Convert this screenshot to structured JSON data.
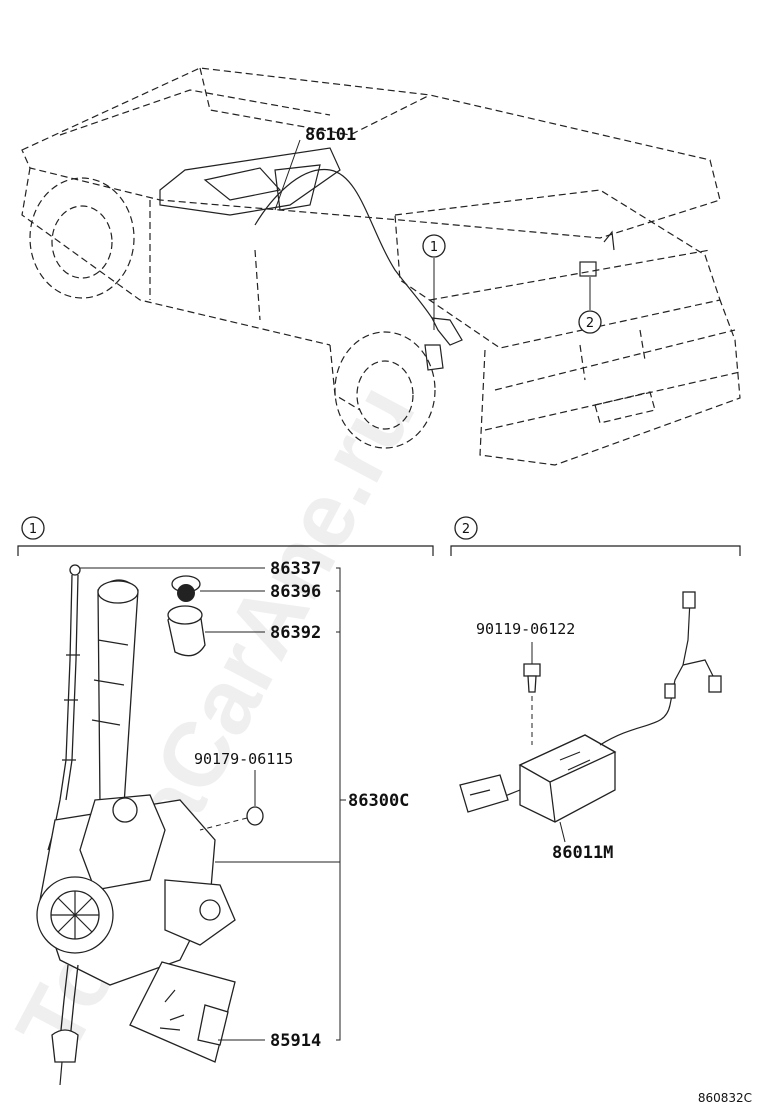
{
  "watermark": "ToyotaCarAne.ru",
  "diagram_code": "860832C",
  "vehicle_view": {
    "harness_label": "86101",
    "callouts": [
      "1",
      "2"
    ]
  },
  "section_1": {
    "number": "1",
    "parts": {
      "p86337": "86337",
      "p86396": "86396",
      "p86392": "86392",
      "p90179": "90179-06115",
      "p86300C": "86300C",
      "p85914": "85914"
    }
  },
  "section_2": {
    "number": "2",
    "parts": {
      "p90119": "90119-06122",
      "p86011M": "86011M"
    }
  }
}
